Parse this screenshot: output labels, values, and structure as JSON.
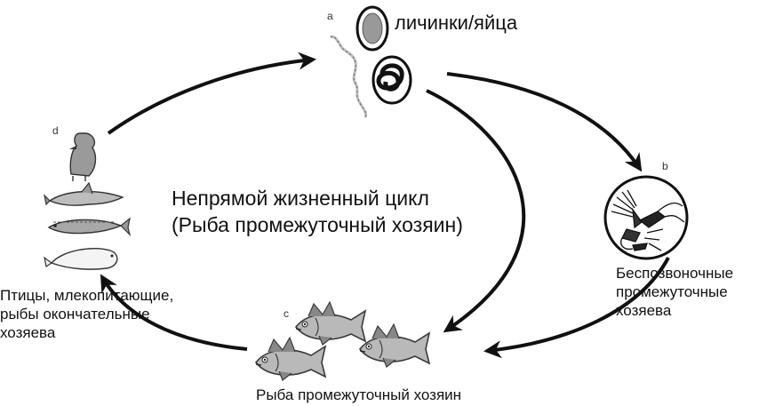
{
  "title": {
    "line1": "Непрямой жизненный цикл",
    "line2": "(Рыба промежуточный хозяин)"
  },
  "stages": {
    "a": {
      "letter": "a",
      "label": "личинки/яйца"
    },
    "b": {
      "letter": "b",
      "label": "Беспозвоночные промежуточные хозяева"
    },
    "c": {
      "letter": "c",
      "label": "Рыба промежуточный хозяин"
    },
    "d": {
      "letter": "d",
      "label": "Птицы, млекопитающие, рыбы окончательные хозяева"
    }
  },
  "colors": {
    "ink": "#111111",
    "fish_body": "#b9b9b9",
    "fish_outline": "#3a3a3a",
    "background": "#ffffff"
  },
  "icons": [
    "egg-icon",
    "larva-icon",
    "larva-in-egg-icon",
    "invertebrates-icon",
    "fish-icon",
    "bird-icon",
    "dolphin-icon",
    "mackerel-icon",
    "seal-icon",
    "cycle-arrow-icon"
  ]
}
